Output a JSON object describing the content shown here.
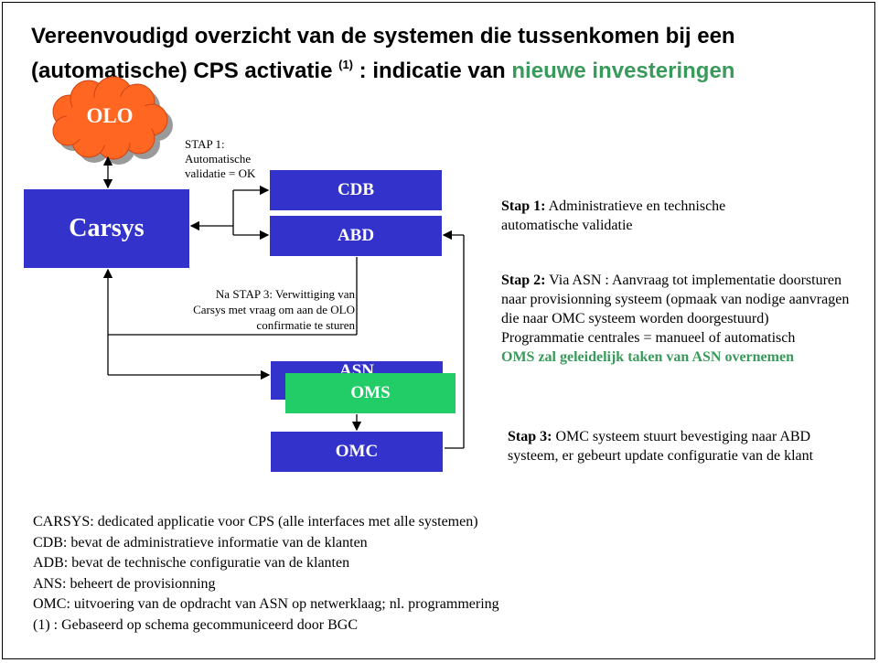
{
  "title": {
    "line1": "Vereenvoudigd overzicht van de systemen die tussenkomen bij een",
    "line2_prefix": "(automatische) CPS activatie",
    "footnote_mark": "(1)",
    "line2_middle": " : indicatie van ",
    "highlight": "nieuwe investeringen"
  },
  "cloud": {
    "label": "OLO"
  },
  "boxes": {
    "carsys": "Carsys",
    "cdb": "CDB",
    "abd": "ABD",
    "asn": "ASN",
    "oms": "OMS",
    "omc": "OMC"
  },
  "annotations": {
    "stap1_lines": [
      "STAP 1:",
      "Automatische",
      "validatie = OK"
    ],
    "stap3_lines": [
      "Na STAP 3: Verwittiging van",
      "Carsys met vraag om aan de OLO",
      "confirmatie te sturen"
    ]
  },
  "steps": {
    "stap1_label": "Stap 1:",
    "stap1_text": " Administratieve en technische automatische validatie",
    "stap2_label": "Stap 2:",
    "stap2_text": " Via ASN : Aanvraag tot implementatie doorsturen naar provisionning systeem (opmaak van nodige aanvragen die naar OMC systeem worden doorgestuurd)",
    "stap2_extra": "Programmatie centrales = manueel of automatisch",
    "stap2_highlight": "OMS zal geleidelijk taken van ASN overnemen",
    "stap3_label": "Stap 3:",
    "stap3_text": " OMC systeem stuurt bevestiging naar ABD systeem, er gebeurt update configuratie van de klant"
  },
  "legend": [
    "CARSYS: dedicated applicatie voor CPS (alle interfaces met alle systemen)",
    "CDB: bevat de administratieve informatie van de klanten",
    "ADB: bevat de technische configuratie van de klanten",
    "ANS: beheert de provisionning",
    "OMC: uitvoering van de opdracht van ASN op netwerklaag; nl. programmering",
    "(1) : Gebaseerd op schema gecommuniceerd door BGC"
  ],
  "colors": {
    "box_blue": "#3333cc",
    "oms_green": "#22cc66",
    "cloud_orange": "#ff6622",
    "highlight_green": "#3a9a5b"
  }
}
